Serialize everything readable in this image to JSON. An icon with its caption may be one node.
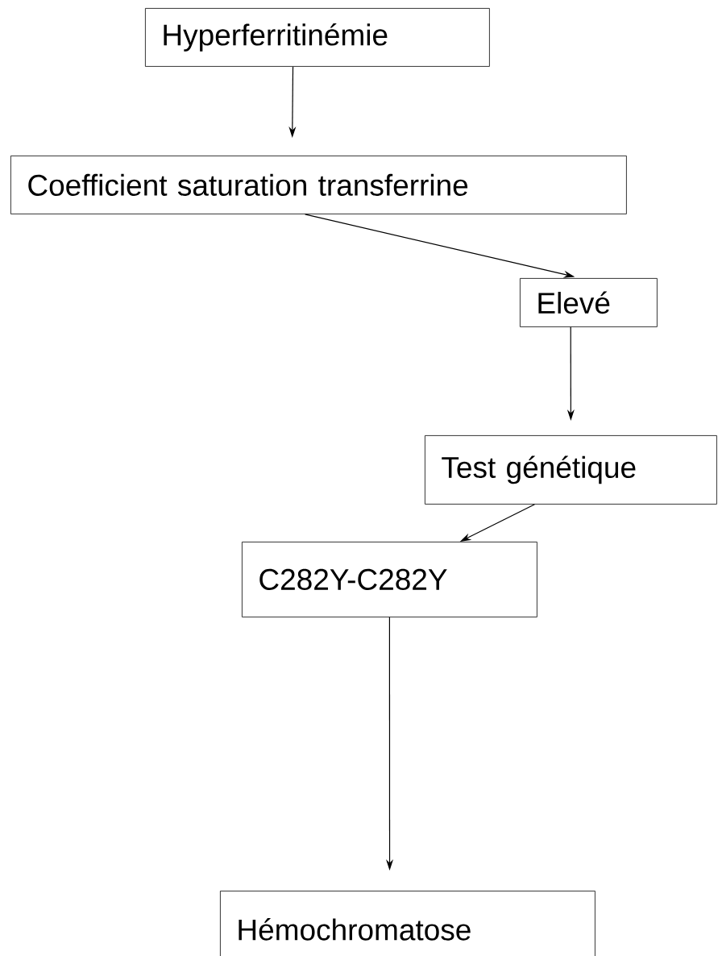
{
  "diagram": {
    "nodes": [
      {
        "text": [
          "Hyperferritinémie"
        ]
      },
      {
        "text": [
          "Coefficient saturation transferrine"
        ]
      },
      {
        "text": [
          "Elevé"
        ]
      },
      {
        "text": [
          "Test génétique"
        ]
      },
      {
        "text": [
          "C282Y-C282Y"
        ]
      },
      {
        "text": [
          "Hémochromatose"
        ]
      }
    ],
    "edges": [
      {
        "from": 0,
        "to": 1,
        "arrow": "to"
      },
      {
        "from": 1,
        "to": 2,
        "arrow": "to"
      },
      {
        "from": 2,
        "to": 3,
        "arrow": "to"
      },
      {
        "from": 3,
        "to": 4,
        "arrow": "to"
      },
      {
        "from": 4,
        "to": 5,
        "arrow": "to"
      }
    ]
  }
}
